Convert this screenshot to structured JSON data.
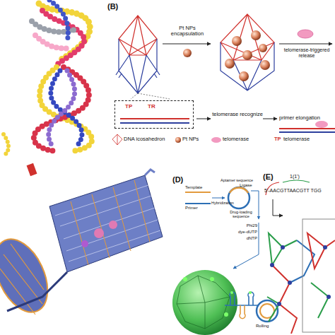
{
  "diagram": {
    "nodes": [
      {
        "text": [
          "TP",
          "TR"
        ]
      }
    ],
    "labels": [
      "(B)",
      "Pt NPs encapsulation",
      "telomerase-triggered release",
      "telomerase recognize",
      "primer elongation",
      "TP",
      "(D)",
      "Template",
      "Primer",
      "Hybridization",
      "Aptamer sequence",
      "Drug-loading sequence",
      "Ligase",
      "Phi29",
      "dye-dUTP",
      "dNTP",
      "Rolling",
      "(E)",
      "1(1')",
      "5'-AACGTTAACGTT TGG"
    ],
    "legend": [
      {
        "text": "DNA icosahedron"
      },
      {
        "text": "Pt NPs"
      },
      {
        "text": "telomerase"
      },
      {
        "text": "telomerase"
      }
    ]
  }
}
